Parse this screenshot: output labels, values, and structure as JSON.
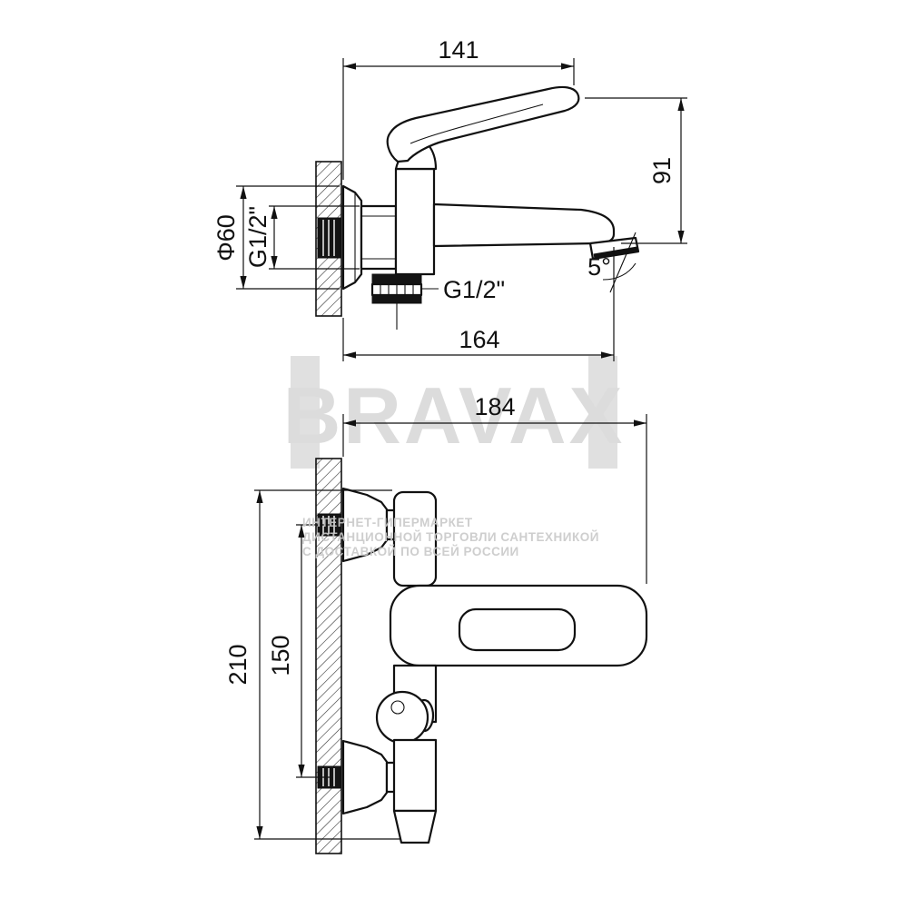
{
  "watermark": {
    "brand": "BRAVAX",
    "line1": "ИНТЕРНЕТ-ГИПЕРМАРКЕТ",
    "line2": "ДИСТАНЦИОННОЙ ТОРГОВЛИ САНТЕХНИКОЙ",
    "line3": "С ДОСТАВКОЙ ПО ВСЕЙ РОССИИ"
  },
  "dims": {
    "d141": "141",
    "d91": "91",
    "phi60": "Φ60",
    "g12_wall": "G1/2\"",
    "g12_outlet": "G1/2\"",
    "angle": "5°",
    "d164": "164",
    "d184": "184",
    "d210": "210",
    "d150": "150"
  }
}
